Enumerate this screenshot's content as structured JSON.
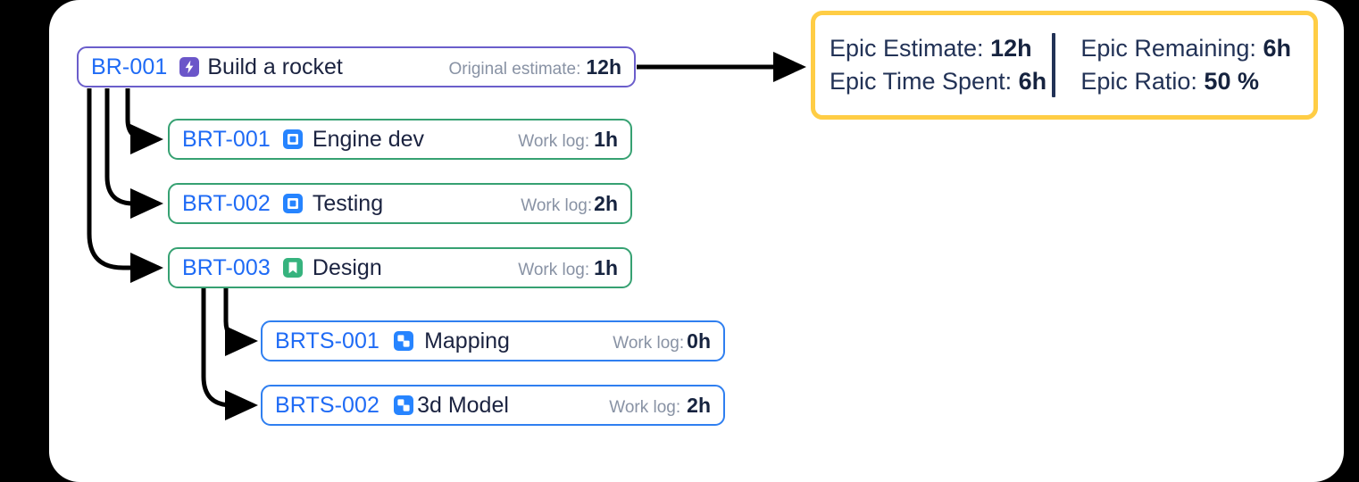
{
  "canvas": {
    "background_color": "#000000",
    "card_color": "#ffffff"
  },
  "colors": {
    "epic_border": "#6b5ecb",
    "task_border": "#36a172",
    "subtask_border": "#2f7ff0",
    "summary_border": "#ffcd45",
    "key_text": "#1f6bf5",
    "title_text": "#1b2340",
    "meta_label": "#8892a4",
    "meta_value": "#16233f",
    "epic_icon": "#6b56c9",
    "task_icon": "#2684ff",
    "story_icon": "#36b37e",
    "subtask_icon": "#2684ff",
    "connector": "#000000"
  },
  "diagram": {
    "epic": {
      "key": "BR-001",
      "icon": "epic-bolt-icon",
      "title": "Build a rocket",
      "meta_label": "Original estimate:",
      "meta_value": "12h"
    },
    "tasks": [
      {
        "key": "BRT-001",
        "icon": "task-square-icon",
        "title": "Engine dev",
        "meta_label": "Work log:",
        "meta_value": "1h"
      },
      {
        "key": "BRT-002",
        "icon": "task-square-icon",
        "title": "Testing",
        "meta_label": "Work log:",
        "meta_value": "2h"
      },
      {
        "key": "BRT-003",
        "icon": "story-bookmark-icon",
        "title": "Design",
        "meta_label": "Work log:",
        "meta_value": "1h"
      }
    ],
    "subtasks": [
      {
        "key": "BRTS-001",
        "icon": "subtask-blocks-icon",
        "title": "Mapping",
        "meta_label": "Work log:",
        "meta_value": "0h"
      },
      {
        "key": "BRTS-002",
        "icon": "subtask-blocks-icon",
        "title": "3d Model",
        "meta_label": "Work log:",
        "meta_value": "2h"
      }
    ]
  },
  "summary": {
    "estimate_label": "Epic Estimate:",
    "estimate_value": "12h",
    "remaining_label": "Epic Remaining:",
    "remaining_value": "6h",
    "spent_label": "Epic Time Spent:",
    "spent_value": "6h",
    "ratio_label": "Epic Ratio:",
    "ratio_value": "50 %"
  }
}
